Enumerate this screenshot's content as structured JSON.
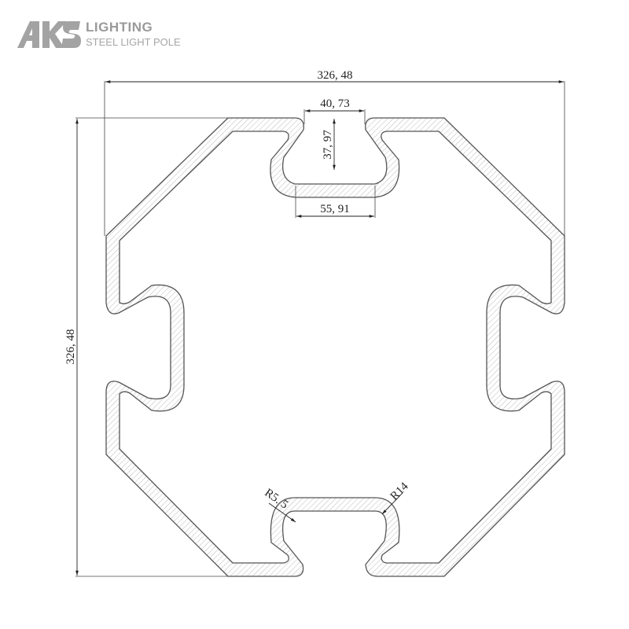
{
  "brand": {
    "logo_text": "AKS",
    "line1": "LIGHTING",
    "line2": "STEEL LIGHT POLE",
    "color": "#9a9a9a"
  },
  "dimensions": {
    "overall_width": "326, 48",
    "overall_height": "326, 48",
    "slot_opening": "40, 73",
    "slot_depth": "37, 97",
    "slot_bottom_width": "55, 91",
    "radius_small": "R5. 5",
    "radius_large": "R14"
  },
  "colors": {
    "line": "#555555",
    "hatch": "#aaaaaa"
  }
}
